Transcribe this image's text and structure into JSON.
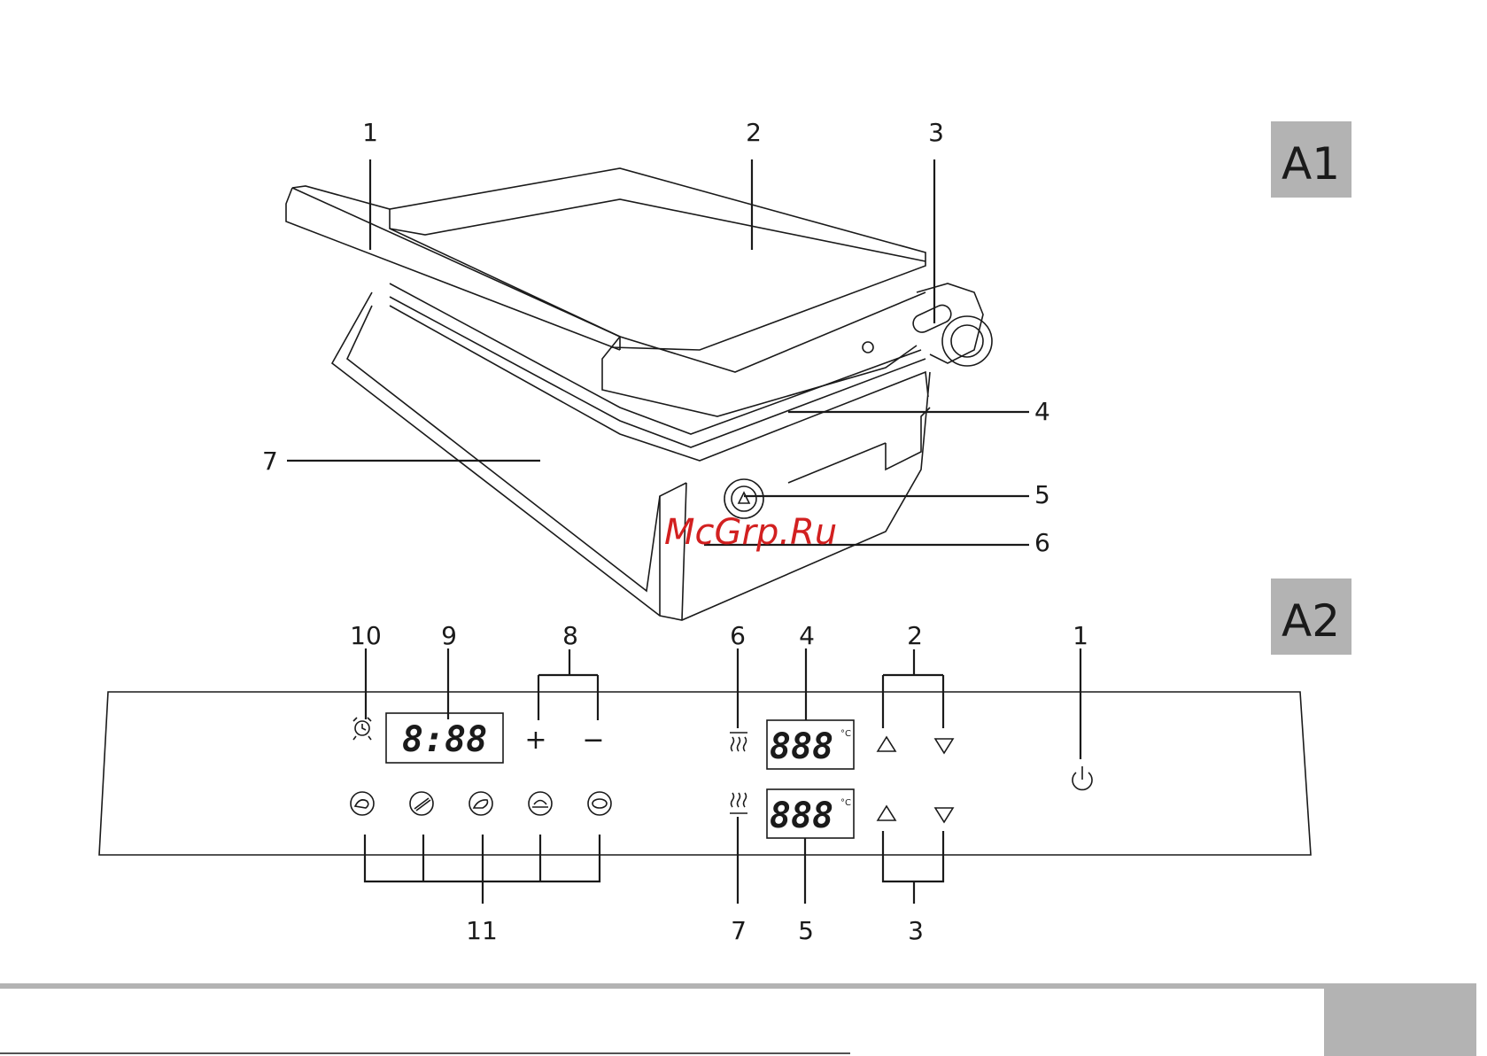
{
  "section_badges": {
    "a1": "A1",
    "a2": "A2"
  },
  "colors": {
    "badge_bg": "#b3b3b3",
    "footer_bar": "#b3b3b3",
    "watermark": "#d22020",
    "line": "#1a1a1a"
  },
  "watermark": "McGrp.Ru",
  "a1_callouts": {
    "c1": "1",
    "c2": "2",
    "c3": "3",
    "c4": "4",
    "c5": "5",
    "c6": "6",
    "c7": "7"
  },
  "a2_callouts": {
    "c10": "10",
    "c9": "9",
    "c8": "8",
    "c6": "6",
    "c4": "4",
    "c2": "2",
    "c1": "1",
    "c11": "11",
    "c7": "7",
    "c5": "5",
    "c3": "3"
  },
  "panel": {
    "timer_display": "8:88",
    "temp_display_top": "888",
    "temp_display_bottom": "888",
    "temp_unit": "°C",
    "plus": "+",
    "minus": "−",
    "icons": {
      "alarm": "alarm-clock-icon",
      "top_heat": "top-plate-heat-icon",
      "bottom_heat": "bottom-plate-heat-icon",
      "power": "power-icon",
      "up": "triangle-up-icon",
      "down": "triangle-down-icon",
      "programs": [
        "program-poultry-icon",
        "program-sausage-icon",
        "program-meat-icon",
        "program-sandwich-icon",
        "program-steak-icon"
      ]
    }
  }
}
